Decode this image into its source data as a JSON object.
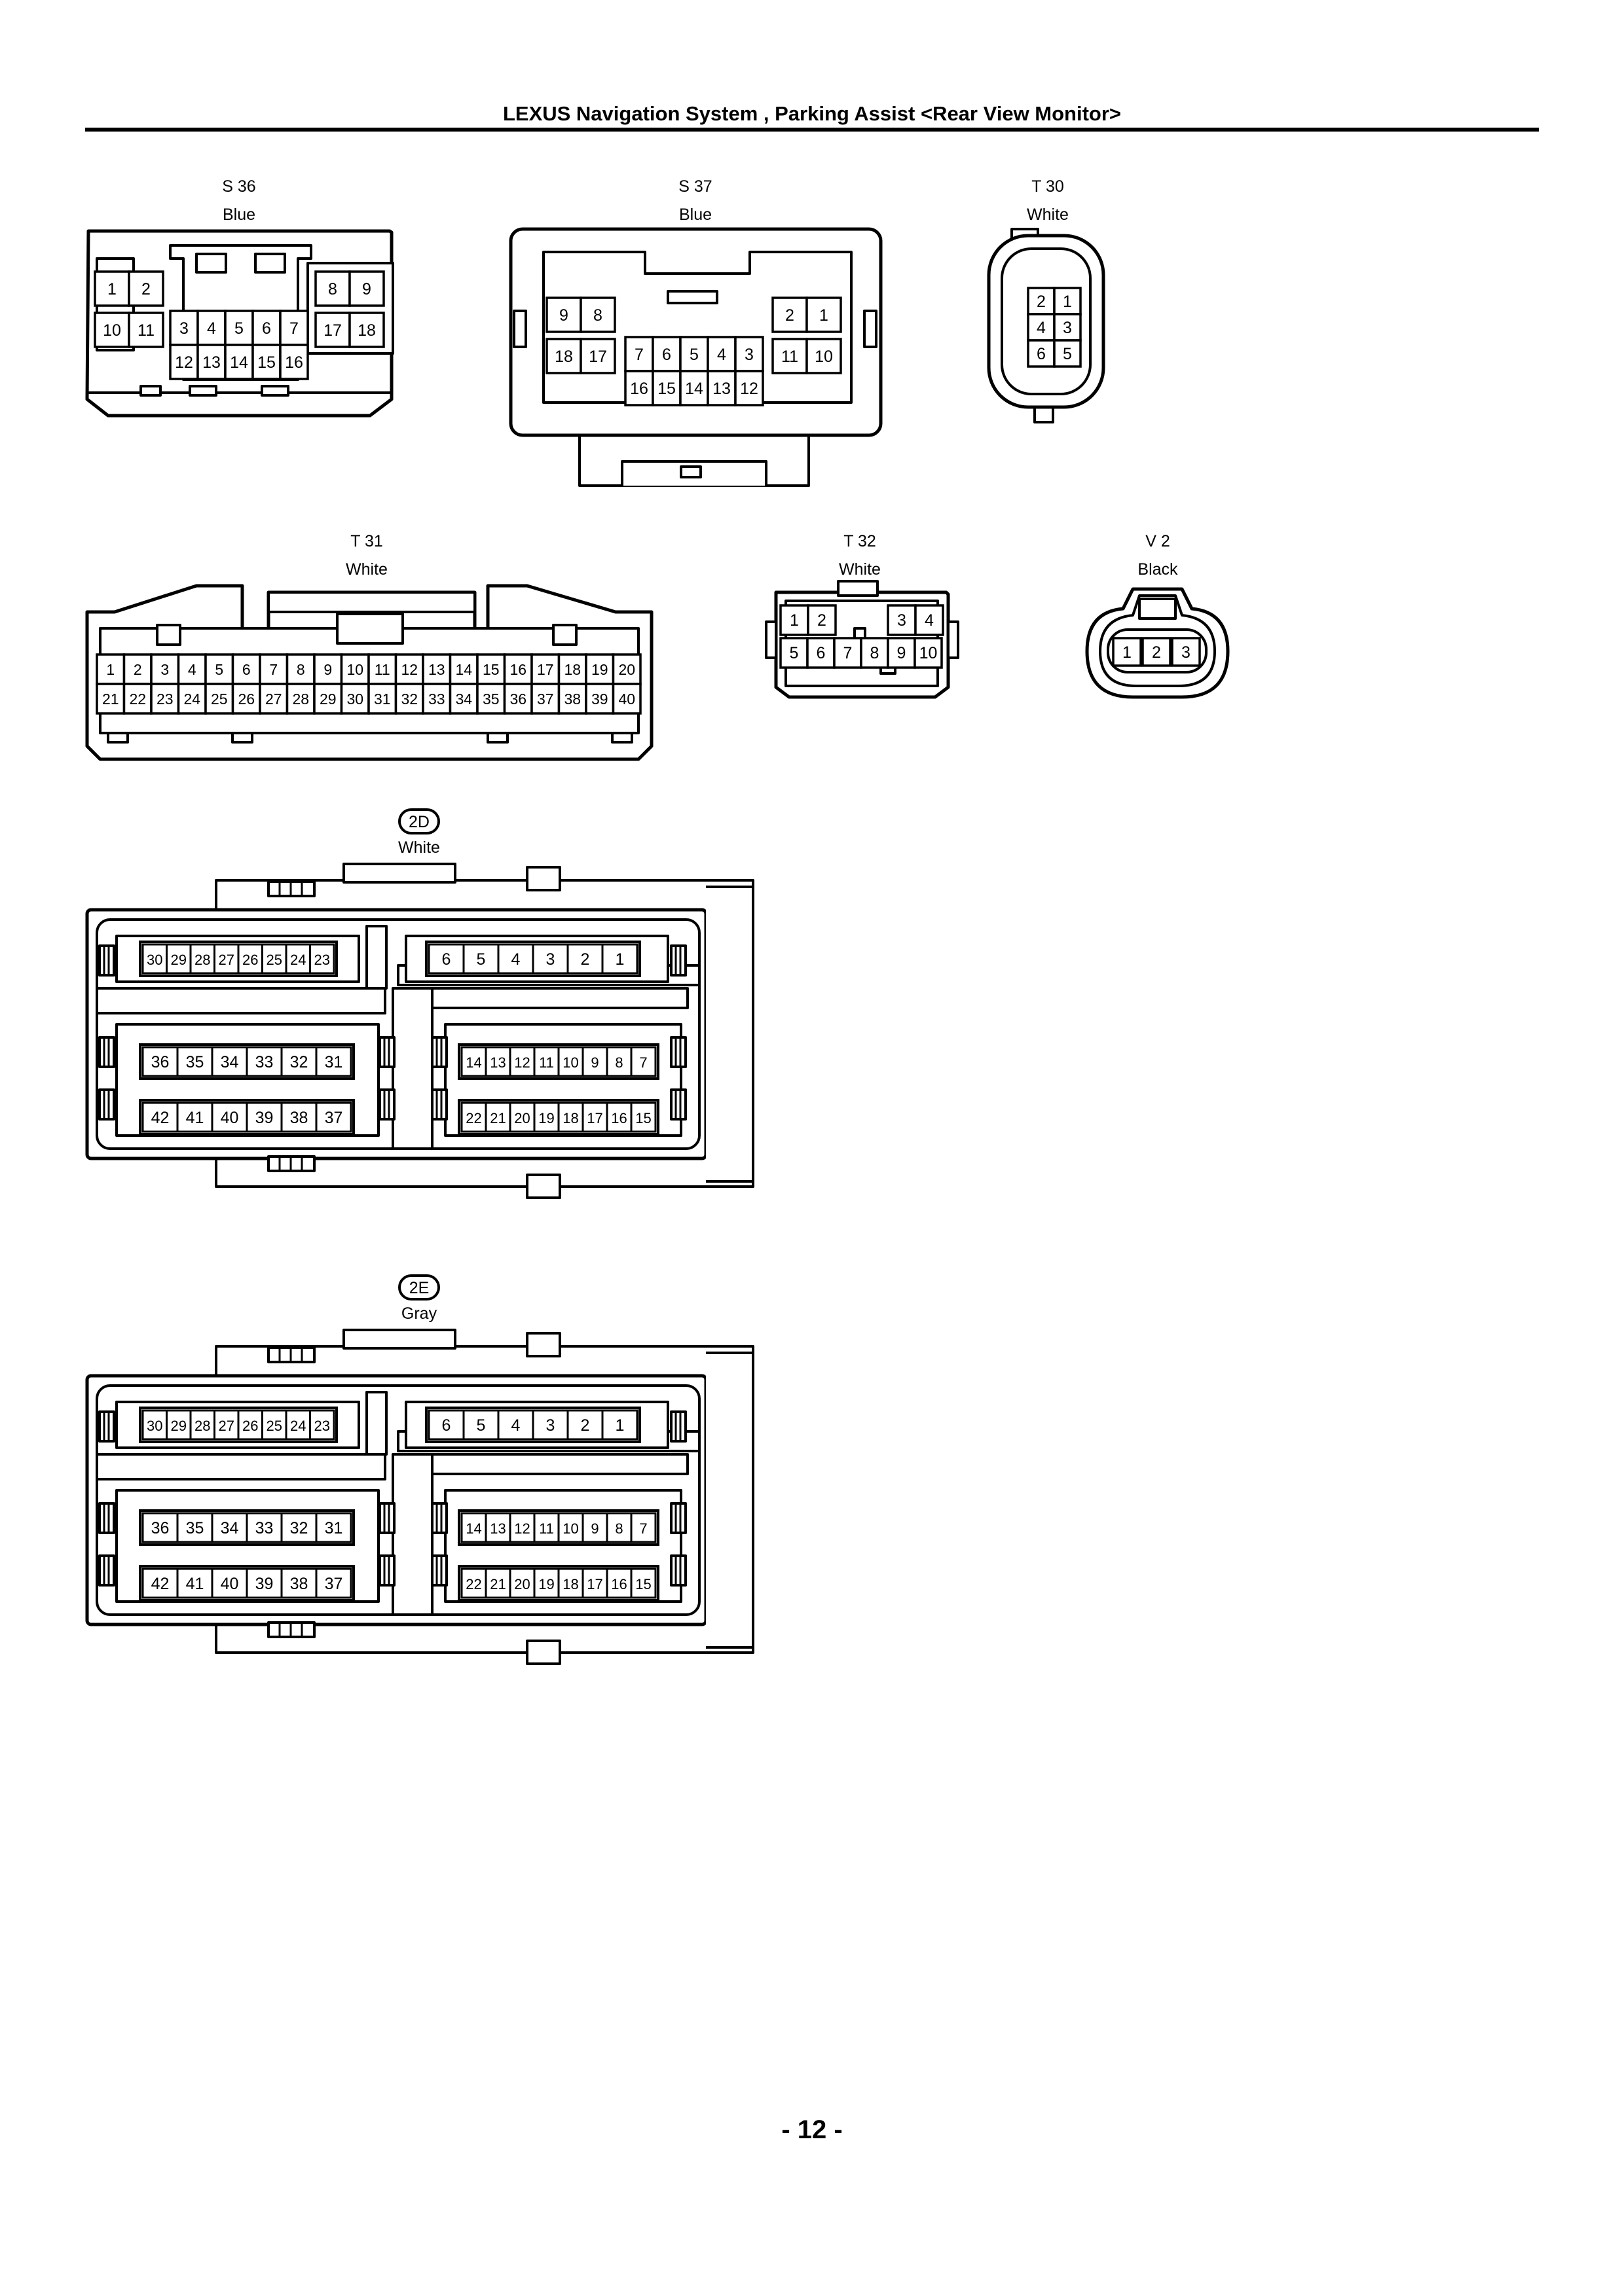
{
  "title": "LEXUS Navigation System , Parking Assist <Rear View Monitor>",
  "page_number": "- 12 -",
  "connectors": {
    "s36": {
      "code": "S 36",
      "color": "Blue",
      "pins": [
        [
          "1",
          "2"
        ],
        [
          "10",
          "11"
        ],
        [
          "3",
          "4",
          "5",
          "6",
          "7"
        ],
        [
          "12",
          "13",
          "14",
          "15",
          "16"
        ],
        [
          "8",
          "9"
        ],
        [
          "17",
          "18"
        ]
      ]
    },
    "s37": {
      "code": "S 37",
      "color": "Blue",
      "pins": [
        [
          "9",
          "8"
        ],
        [
          "18",
          "17"
        ],
        [
          "7",
          "6",
          "5",
          "4",
          "3"
        ],
        [
          "16",
          "15",
          "14",
          "13",
          "12"
        ],
        [
          "2",
          "1"
        ],
        [
          "11",
          "10"
        ]
      ]
    },
    "t30": {
      "code": "T 30",
      "color": "White",
      "pins": [
        [
          "2",
          "1"
        ],
        [
          "4",
          "3"
        ],
        [
          "6",
          "5"
        ]
      ]
    },
    "t31": {
      "code": "T 31",
      "color": "White",
      "pins": [
        [
          "1",
          "2",
          "3",
          "4",
          "5",
          "6",
          "7",
          "8",
          "9",
          "10",
          "11",
          "12",
          "13",
          "14",
          "15",
          "16",
          "17",
          "18",
          "19",
          "20"
        ],
        [
          "21",
          "22",
          "23",
          "24",
          "25",
          "26",
          "27",
          "28",
          "29",
          "30",
          "31",
          "32",
          "33",
          "34",
          "35",
          "36",
          "37",
          "38",
          "39",
          "40"
        ]
      ]
    },
    "t32": {
      "code": "T 32",
      "color": "White",
      "pins": [
        [
          "1",
          "2"
        ],
        [
          "3",
          "4"
        ],
        [
          "5",
          "6",
          "7",
          "8",
          "9",
          "10"
        ]
      ]
    },
    "v2": {
      "code": "V 2",
      "color": "Black",
      "pins": [
        [
          "1",
          "2",
          "3"
        ]
      ]
    },
    "c2d": {
      "code": "2D",
      "color": "White",
      "pins": [
        [
          "30",
          "29",
          "28",
          "27",
          "26",
          "25",
          "24",
          "23"
        ],
        [
          "6",
          "5",
          "4",
          "3",
          "2",
          "1"
        ],
        [
          "36",
          "35",
          "34",
          "33",
          "32",
          "31"
        ],
        [
          "42",
          "41",
          "40",
          "39",
          "38",
          "37"
        ],
        [
          "14",
          "13",
          "12",
          "11",
          "10",
          "9",
          "8",
          "7"
        ],
        [
          "22",
          "21",
          "20",
          "19",
          "18",
          "17",
          "16",
          "15"
        ]
      ]
    },
    "c2e": {
      "code": "2E",
      "color": "Gray",
      "pins": [
        [
          "30",
          "29",
          "28",
          "27",
          "26",
          "25",
          "24",
          "23"
        ],
        [
          "6",
          "5",
          "4",
          "3",
          "2",
          "1"
        ],
        [
          "36",
          "35",
          "34",
          "33",
          "32",
          "31"
        ],
        [
          "42",
          "41",
          "40",
          "39",
          "38",
          "37"
        ],
        [
          "14",
          "13",
          "12",
          "11",
          "10",
          "9",
          "8",
          "7"
        ],
        [
          "22",
          "21",
          "20",
          "19",
          "18",
          "17",
          "16",
          "15"
        ]
      ]
    }
  }
}
